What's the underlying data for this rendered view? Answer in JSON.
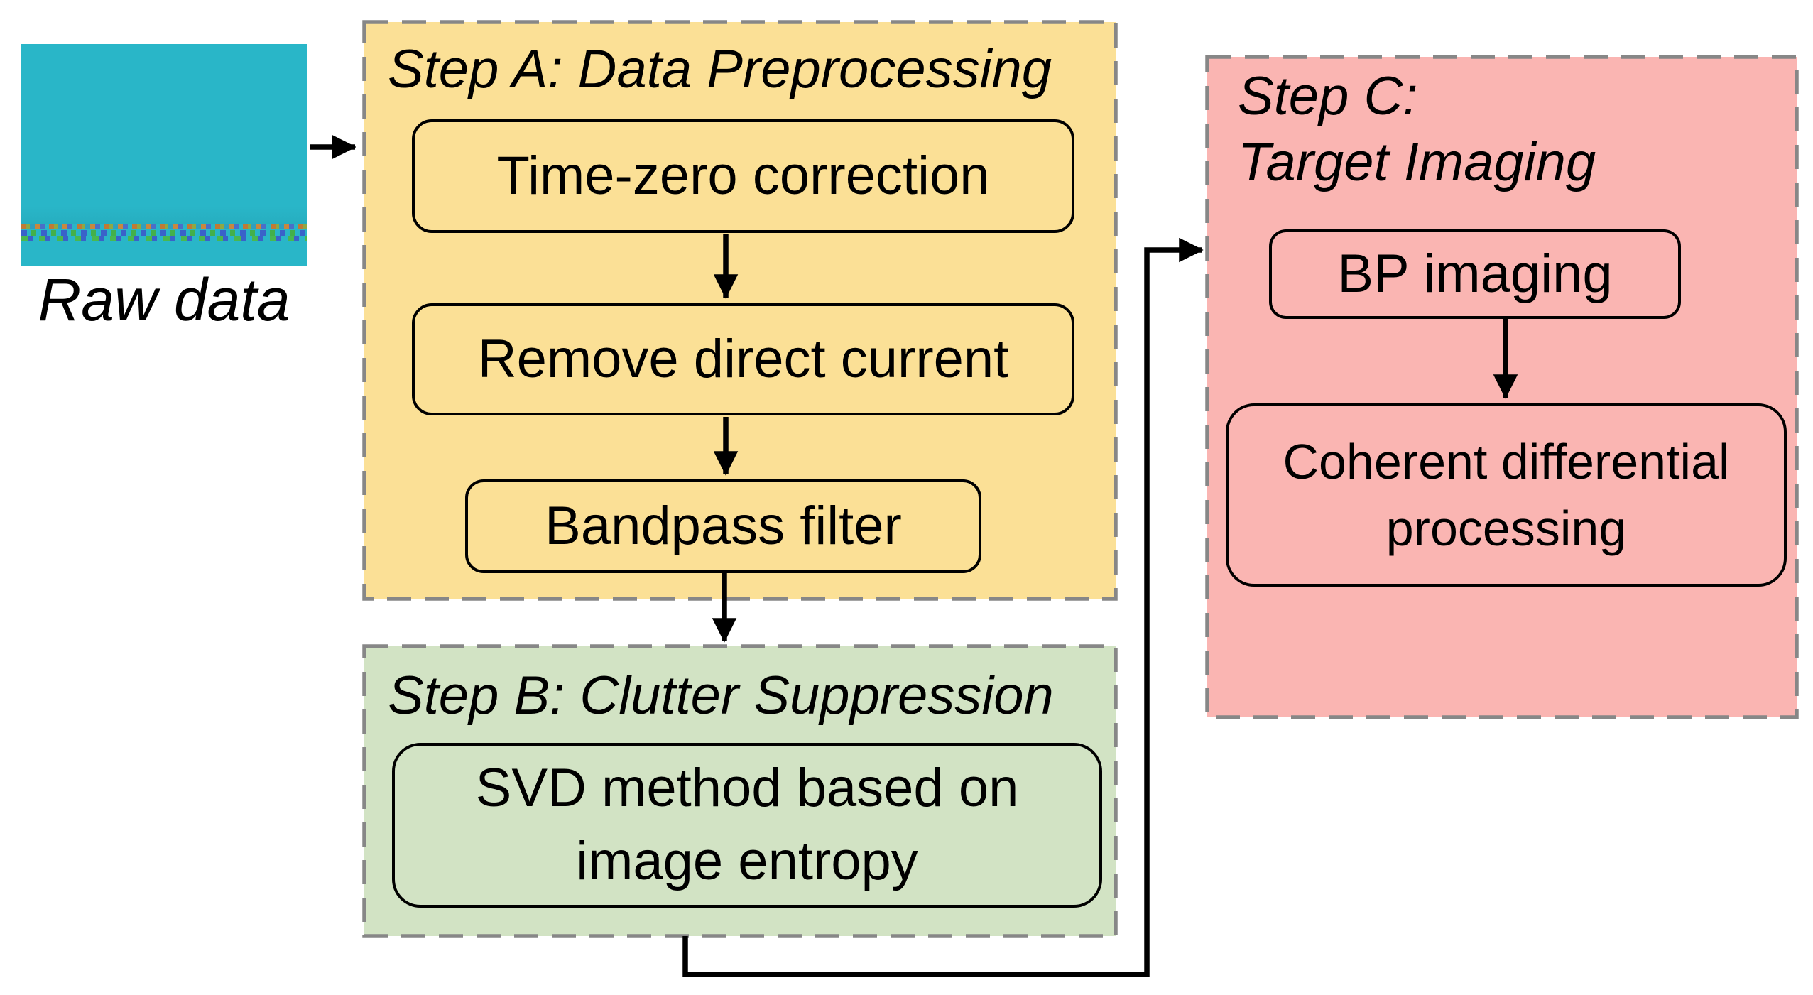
{
  "colors": {
    "yellow": "#fbe096",
    "green": "#d2e3c4",
    "pink": "#fab5b2",
    "teal": "#29b6c8",
    "dash-gray": "#878787",
    "line-black": "#000000"
  },
  "raw_data": {
    "label": "Raw data"
  },
  "step_a": {
    "title": "Step A: Data Preprocessing",
    "box1": "Time-zero correction",
    "box2": "Remove direct current",
    "box3": "Bandpass filter"
  },
  "step_b": {
    "title": "Step B: Clutter Suppression",
    "box1": "SVD method based on\nimage entropy"
  },
  "step_c": {
    "title": "Step C:\nTarget Imaging",
    "box1": "BP imaging",
    "box2": "Coherent differential\nprocessing"
  }
}
